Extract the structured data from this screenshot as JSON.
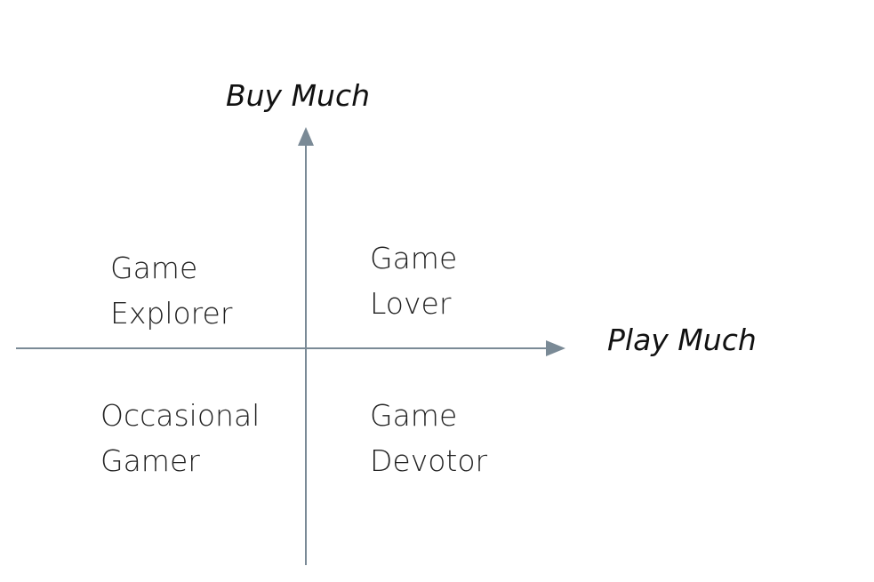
{
  "axes": {
    "y_label": "Buy Much",
    "x_label": "Play Much",
    "color": "#7a8a96"
  },
  "quadrants": {
    "top_left": {
      "line1": "Game",
      "line2": "Explorer"
    },
    "top_right": {
      "line1": "Game",
      "line2": "Lover"
    },
    "bottom_left": {
      "line1": "Occasional",
      "line2": "Gamer"
    },
    "bottom_right": {
      "line1": "Game",
      "line2": "Devotor"
    }
  }
}
